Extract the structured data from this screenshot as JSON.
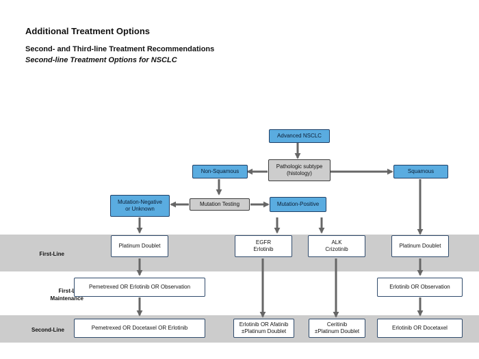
{
  "header": {
    "title": "Additional Treatment Options",
    "subtitle": "Second- and Third-line Treatment Recommendations",
    "caption": "Second-line Treatment Options for NSCLC"
  },
  "row_labels": {
    "first_line": "First-Line",
    "first_line_maintenance": [
      "First-Line",
      "Maintenance"
    ],
    "second_line": "Second-Line"
  },
  "nodes": {
    "advanced": "Advanced NSCLC",
    "pathologic": [
      "Pathologic subtype",
      "(histology)"
    ],
    "non_squamous": "Non-Squamous",
    "squamous": "Squamous",
    "mutation_negative": [
      "Mutation-Negative",
      "or Unknown"
    ],
    "mutation_testing": "Mutation Testing",
    "mutation_positive": "Mutation-Positive",
    "fl_platinum_left": "Platinum Doublet",
    "fl_egfr": [
      "EGFR",
      "Erlotinib"
    ],
    "fl_alk": [
      "ALK",
      "Crizotinib"
    ],
    "fl_platinum_right": "Platinum Doublet",
    "maint_left": "Pemetrexed OR Erlotinib OR Observation",
    "maint_right": "Erlotinib OR Observation",
    "sl_left": "Pemetrexed OR Docetaxel OR Erlotinib",
    "sl_egfr": [
      "Erlotinib OR Afatinib",
      "±Platinum Doublet"
    ],
    "sl_alk": [
      "Ceritinib",
      "±Platinum Doublet"
    ],
    "sl_right": "Erlotinib OR Docetaxel"
  },
  "colors": {
    "node_blue": "#5aace0",
    "node_gray": "#cdcdcd",
    "band_gray": "#cccccc",
    "arrow": "#666666"
  }
}
